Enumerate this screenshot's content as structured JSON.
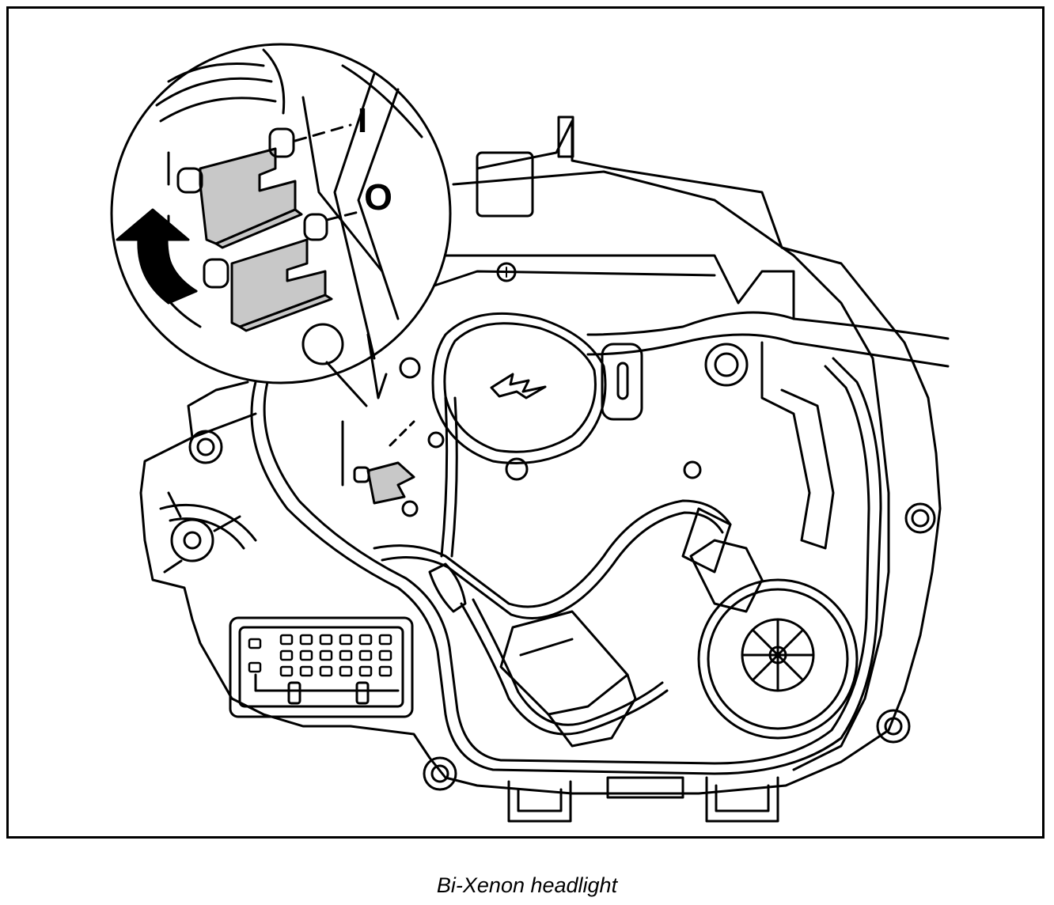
{
  "caption": "Bi-Xenon headlight",
  "callout_labels": {
    "upper": "I",
    "lower": "O"
  },
  "colors": {
    "line": "#000000",
    "fill_gray": "#c8c8c8",
    "background": "#ffffff"
  },
  "icons": {
    "rotation_arrow": "curved-arrow-icon",
    "high_voltage": "lightning-arrow-icon"
  }
}
